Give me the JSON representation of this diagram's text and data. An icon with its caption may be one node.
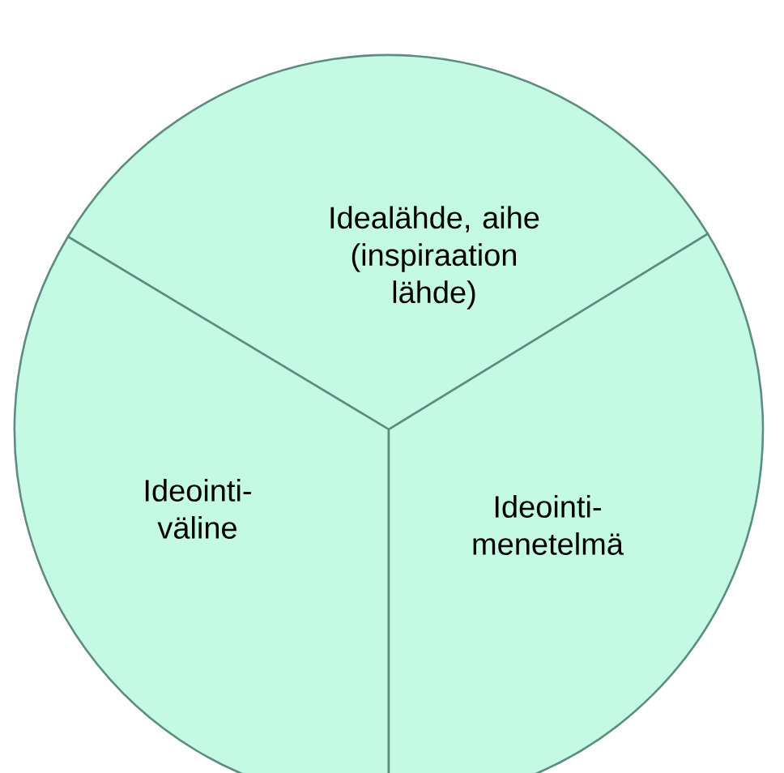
{
  "diagram": {
    "nodes": [
      {
        "text": [
          "Idealähde, aihe (inspiraation lähde)"
        ]
      },
      {
        "text": [
          "Ideointi- väline"
        ]
      },
      {
        "text": [
          "Ideointi- menetelmä"
        ]
      }
    ]
  }
}
